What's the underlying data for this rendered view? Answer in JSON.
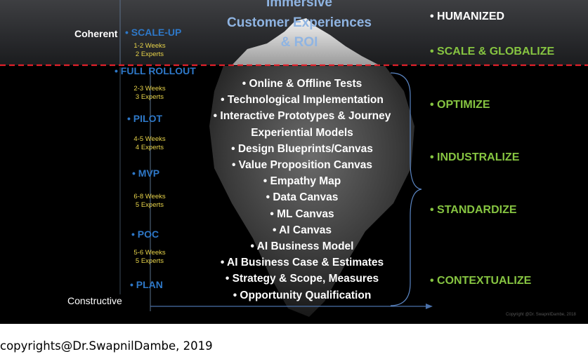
{
  "title": {
    "line1": "Immersive",
    "line2": "Customer Experiences",
    "line3": "& ROI"
  },
  "axis": {
    "top_label": "Coherent",
    "bottom_label": "Constructive"
  },
  "stages": [
    {
      "label": "• SCALE-UP",
      "meta1": "1-2 Weeks",
      "meta2": "2 Experts"
    },
    {
      "label": "• FULL ROLLOUT",
      "meta1": "2-3 Weeks",
      "meta2": "3 Experts"
    },
    {
      "label": "• PILOT",
      "meta1": "4-5 Weeks",
      "meta2": "4 Experts"
    },
    {
      "label": "• MVP",
      "meta1": "6-8 Weeks",
      "meta2": "5 Experts"
    },
    {
      "label": "• POC",
      "meta1": "5-6 Weeks",
      "meta2": "5 Experts"
    },
    {
      "label": "• PLAN"
    }
  ],
  "artifacts": [
    "• Online & Offline Tests",
    "• Technological Implementation",
    "• Interactive Prototypes & Journey",
    "Experiential Models",
    "• Design Blueprints/Canvas",
    "• Value Proposition Canvas",
    "• Empathy Map",
    "• Data Canvas",
    "• ML Canvas",
    "• AI Canvas",
    "• AI Business Model",
    "• AI Business Case & Estimates",
    "• Strategy & Scope, Measures",
    "• Opportunity Qualification"
  ],
  "levels": [
    "• HUMANIZED",
    "• SCALE & GLOBALIZE",
    "• OPTIMIZE",
    "• INDUSTRALIZE",
    "• STANDARDIZE",
    "• CONTEXTUALIZE"
  ],
  "colors": {
    "stage_blue": "#2e78c8",
    "meta_yellow": "#e8d44a",
    "level_green": "#86c441",
    "waterline_red": "#e0202a",
    "title_blue": "#8fb4e2"
  },
  "slide_copyright": "Copyright @Dr. SwapnilDambe, 2018",
  "footer": "copyrights@Dr.SwapnilDambe, 2019"
}
